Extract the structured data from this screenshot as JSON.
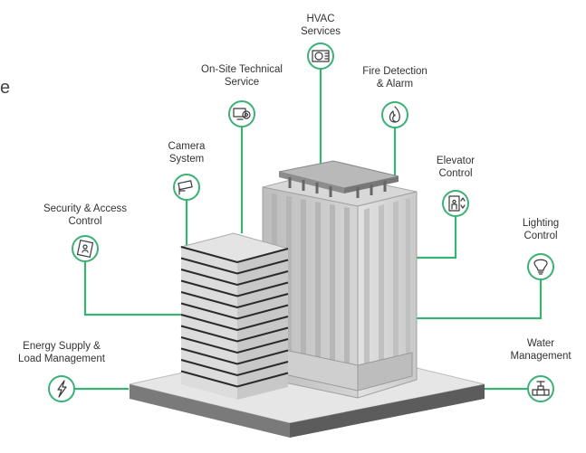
{
  "colors": {
    "accent": "#3bb273",
    "node_fill": "#ffffff",
    "icon_stroke": "#3a3a3a",
    "text": "#333333"
  },
  "stray_glyph": "e",
  "services": [
    {
      "id": "hvac",
      "label": "HVAC\nServices",
      "icon": "fan-unit-icon"
    },
    {
      "id": "onsite",
      "label": "On-Site Technical\nService",
      "icon": "monitor-gear-icon"
    },
    {
      "id": "fire",
      "label": "Fire Detection\n& Alarm",
      "icon": "flame-icon"
    },
    {
      "id": "camera",
      "label": "Camera\nSystem",
      "icon": "camera-icon"
    },
    {
      "id": "elevator",
      "label": "Elevator\nControl",
      "icon": "elevator-icon"
    },
    {
      "id": "security",
      "label": "Security & Access\nControl",
      "icon": "keycard-icon"
    },
    {
      "id": "lighting",
      "label": "Lighting\nControl",
      "icon": "light-bulb-icon"
    },
    {
      "id": "energy",
      "label": "Energy Supply &\nLoad Management",
      "icon": "lightning-bolt-icon"
    },
    {
      "id": "water",
      "label": "Water\nManagement",
      "icon": "valve-icon"
    }
  ]
}
